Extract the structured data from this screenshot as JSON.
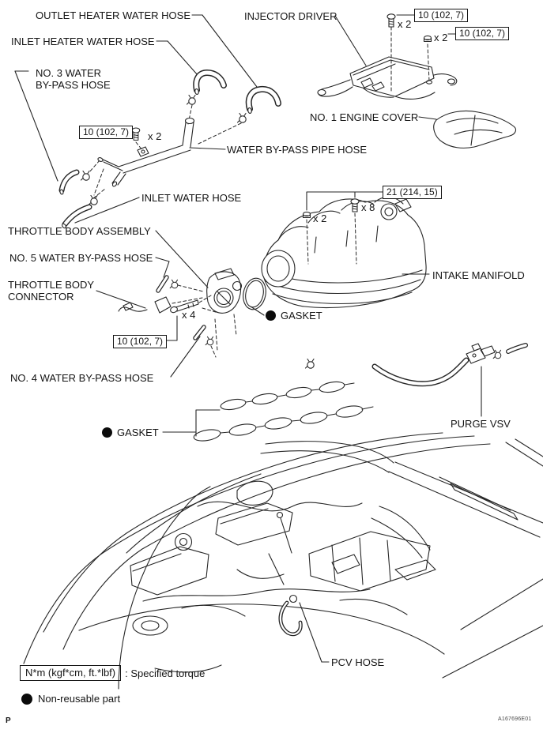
{
  "page": {
    "marker": "P",
    "figure_code": "A167696E01"
  },
  "legend": {
    "torque_symbol": "N*m (kgf*cm, ft.*lbf)",
    "torque_desc": ": Specified torque",
    "nonreusable_desc": "Non-reusable part"
  },
  "callouts": {
    "outlet_heater_water_hose": "OUTLET HEATER WATER HOSE",
    "inlet_heater_water_hose": "INLET HEATER WATER HOSE",
    "no3_water_bypass_hose_line1": "NO. 3 WATER",
    "no3_water_bypass_hose_line2": "BY-PASS HOSE",
    "injector_driver": "INJECTOR DRIVER",
    "no1_engine_cover": "NO. 1 ENGINE COVER",
    "water_bypass_pipe_hose": "WATER BY-PASS PIPE HOSE",
    "inlet_water_hose": "INLET WATER HOSE",
    "throttle_body_assembly": "THROTTLE BODY ASSEMBLY",
    "no5_water_bypass_hose": "NO. 5 WATER BY-PASS HOSE",
    "throttle_body_connector_line1": "THROTTLE BODY",
    "throttle_body_connector_line2": "CONNECTOR",
    "no4_water_bypass_hose": "NO. 4 WATER BY-PASS HOSE",
    "intake_manifold": "INTAKE MANIFOLD",
    "gasket_upper": "GASKET",
    "gasket_lower": "GASKET",
    "purge_vsv": "PURGE VSV",
    "pcv_hose": "PCV HOSE"
  },
  "torque_specs": {
    "injector_driver_bolt": "10 (102, 7)",
    "injector_driver_nut": "10 (102, 7)",
    "water_bypass_pipe": "10 (102, 7)",
    "throttle_body": "10 (102, 7)",
    "intake_manifold": "21 (214, 15)"
  },
  "quantities": {
    "injector_bolt": "x 2",
    "injector_nut": "x 2",
    "pipe_bolt": "x 2",
    "manifold_nut": "x 2",
    "manifold_bolt": "x 8",
    "throttle_bolt": "x 4"
  }
}
